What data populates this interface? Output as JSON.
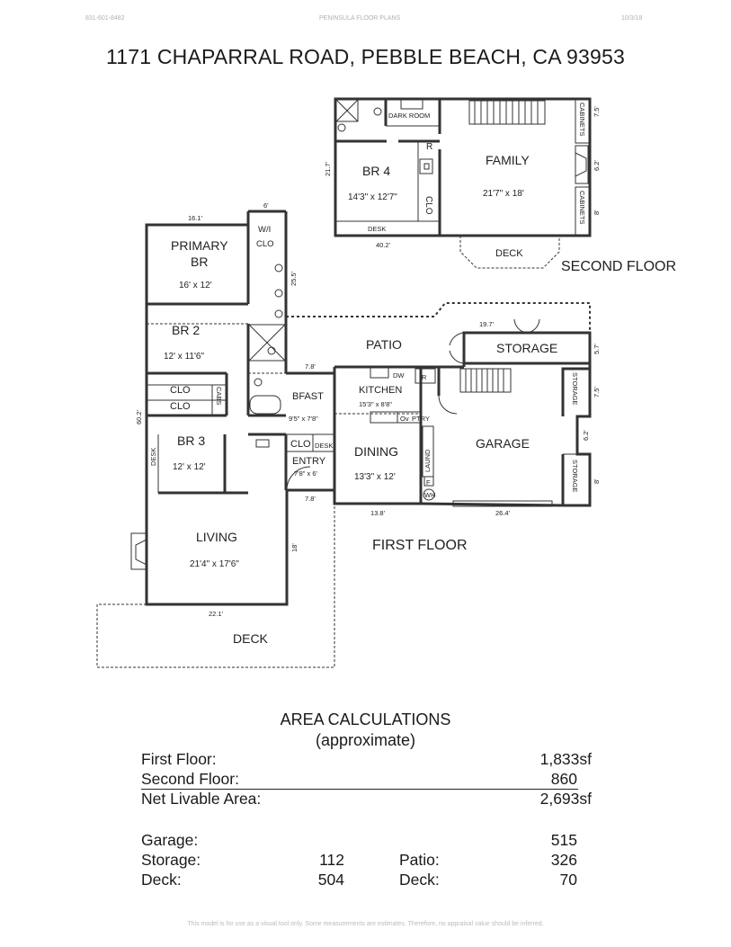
{
  "header": {
    "phone": "831-601-8482",
    "company": "PENINSULA FLOOR PLANS",
    "date": "10/3/18"
  },
  "title": "1171 CHAPARRAL ROAD, PEBBLE BEACH, CA  93953",
  "second_floor": {
    "label": "SECOND FLOOR",
    "dark_room": "DARK ROOM",
    "br4": {
      "name": "BR 4",
      "dims": "14'3\" x 12'7\""
    },
    "family": {
      "name": "FAMILY",
      "dims": "21'7\" x 18'"
    },
    "desk": "DESK",
    "clo": "CLO",
    "r": "R",
    "cabinets_top": "CABINETS",
    "cabinets_bottom": "CABINETS",
    "deck": "DECK",
    "dim_height": "21.7'",
    "dim_width": "40.2'",
    "dim_right_top": "7.5'",
    "dim_right_mid": "6.2'",
    "dim_right_bottom": "8'"
  },
  "first_floor": {
    "label": "FIRST FLOOR",
    "primary": {
      "line1": "PRIMARY",
      "line2": "BR",
      "dims": "16' x 12'"
    },
    "wi_clo": {
      "line1": "W/I",
      "line2": "CLO"
    },
    "br2": {
      "name": "BR 2",
      "dims": "12' x 11'6\""
    },
    "clo1": "CLO",
    "clo2": "CLO",
    "cabs": "CABS",
    "br3": {
      "name": "BR 3",
      "dims": "12' x 12'"
    },
    "desk": "DESK",
    "living": {
      "name": "LIVING",
      "dims": "21'4\" x 17'6\""
    },
    "bfast": {
      "name": "BFAST",
      "dims": "9'5\" x 7'8\""
    },
    "entry": {
      "name": "ENTRY",
      "dims": "7'8\" x 6'"
    },
    "clo3": "CLO",
    "desk2": "DESK",
    "kitchen": {
      "name": "KITCHEN",
      "dims": "15'3\" x 8'8\""
    },
    "dw": "DW",
    "r": "R",
    "ov": "Ov",
    "ptry": "PTRY",
    "dining": {
      "name": "DINING",
      "dims": "13'3\" x 12'"
    },
    "patio": "PATIO",
    "storage_top": "STORAGE",
    "garage": "GARAGE",
    "laund": "LAUND",
    "f": "F",
    "wh": "WH",
    "storage_right1": "STORAGE",
    "storage_right2": "STORAGE",
    "deck": "DECK",
    "dims": {
      "top_left": "16.1'",
      "wi": "6'",
      "right_bath": "25.5'",
      "left_side": "60.2'",
      "bfast_top": "7.8'",
      "entry_bottom": "7.8'",
      "dining_bottom": "13.8'",
      "garage_bottom": "26.4'",
      "living_right": "18'",
      "living_bottom": "22.1'",
      "storage_top": "19.7'",
      "storage_right": "5.7'",
      "gar_r1": "7.5'",
      "gar_r2": "6.2'",
      "gar_r3": "8'"
    }
  },
  "area": {
    "heading": "AREA CALCULATIONS",
    "subheading": "(approximate)",
    "first_floor_label": "First  Floor:",
    "first_floor_value": "1,833sf",
    "second_floor_label": "Second Floor:",
    "second_floor_value": "860",
    "net_label": "Net Livable Area:",
    "net_value": "2,693sf",
    "garage_label": "Garage:",
    "garage_value": "515",
    "storage_label": "Storage:",
    "storage_value": "112",
    "patio_label": "Patio:",
    "patio_value": "326",
    "deck_label": "Deck:",
    "deck_value": "504",
    "deck2_label": "Deck:",
    "deck2_value": "70"
  },
  "disclaimer": "This model is for use as a visual tool only.  Some measurements are estimates.  Therefore, no appraisal value should be inferred."
}
